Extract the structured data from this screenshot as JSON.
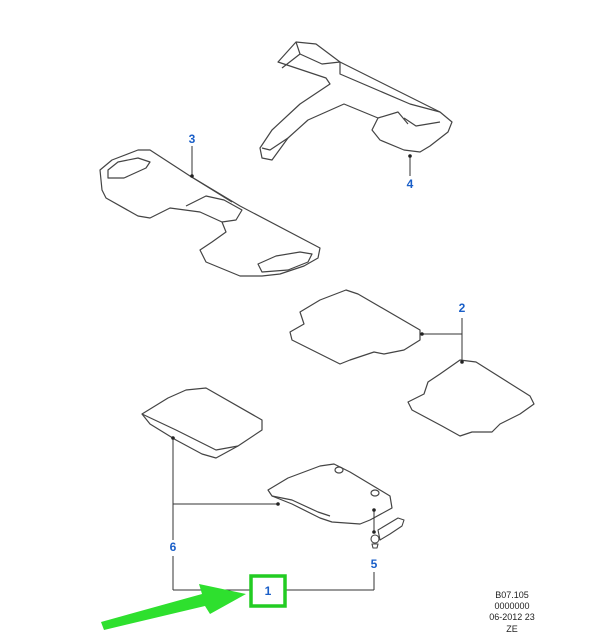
{
  "callouts": {
    "c1": "1",
    "c2": "2",
    "c3": "3",
    "c4": "4",
    "c5": "5",
    "c6": "6"
  },
  "reference": {
    "line1": "B07.105",
    "line2": "0000000",
    "line3": "06-2012 23",
    "line4": "ZE"
  },
  "colors": {
    "callout_text": "#1a5fc8",
    "highlight_box": "#22cc22",
    "arrow": "#2ee02e",
    "outline": "#444444"
  }
}
